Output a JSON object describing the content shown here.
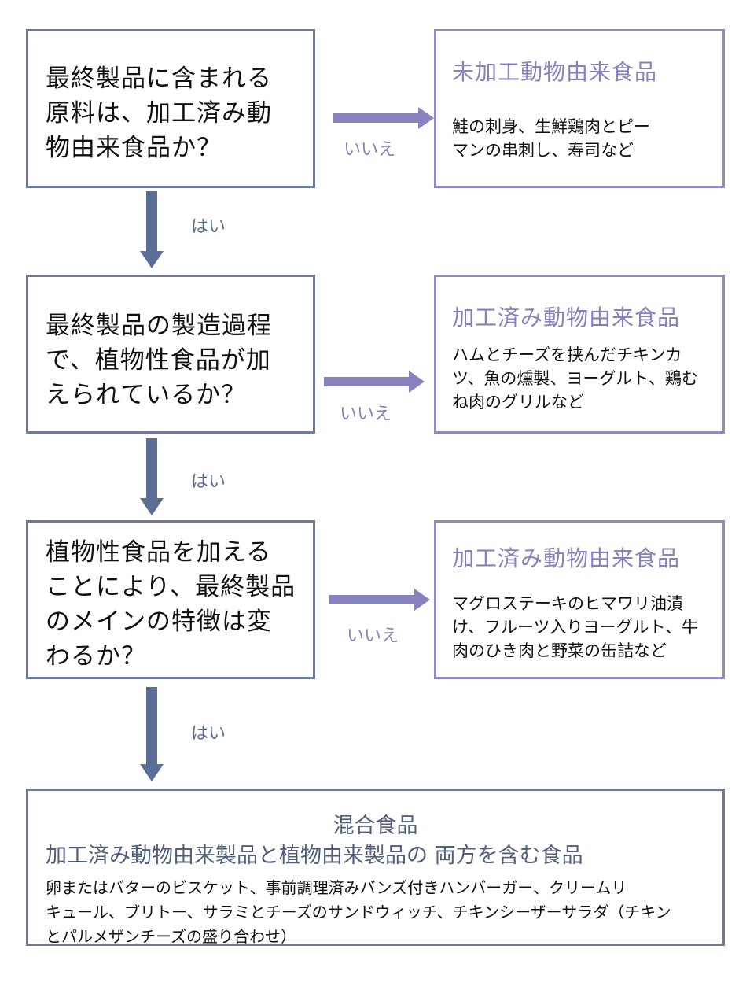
{
  "colors": {
    "question_border": "#6e7b92",
    "result_border": "#8f8cc0",
    "yes_arrow": "#5b6f96",
    "no_arrow": "#8582bd",
    "result_title": "#8582bd",
    "final_title": "#4f5f7c"
  },
  "questions": [
    {
      "text": "最終製品に含まれる\n原料は、加工済み動\n物由来食品か？"
    },
    {
      "text": "最終製品の製造過程\nで、植物性食品が加\nえられているか？"
    },
    {
      "text": "植物性食品を加える\nことにより、最終製品\nのメインの特徴は変\nわるか？"
    }
  ],
  "results": [
    {
      "title": "未加工動物由来食品",
      "description": "鮭の刺身、生鮮鶏肉とピー\nマンの串刺し、寿司など"
    },
    {
      "title": "加工済み動物由来食品",
      "description": "ハムとチーズを挟んだチキンカ\nツ、魚の燻製、ヨーグルト、鶏む\nね肉のグリルなど"
    },
    {
      "title": "加工済み動物由来食品",
      "description": "マグロステーキのヒマワリ油漬\nけ、フルーツ入りヨーグルト、牛\n肉のひき肉と野菜の缶詰など"
    }
  ],
  "labels": {
    "yes": "はい",
    "no": "いいえ"
  },
  "final": {
    "title": "混合食品",
    "subtitle": "加工済み動物由来製品と植物由来製品の 両方を含む食品",
    "description": "卵またはバターのビスケット、事前調理済みバンズ付きハンバーガー、クリームリ\nキュール、ブリトー、サラミとチーズのサンドウィッチ、チキンシーザーサラダ（チキン\nとパルメザンチーズの盛り合わせ）"
  }
}
